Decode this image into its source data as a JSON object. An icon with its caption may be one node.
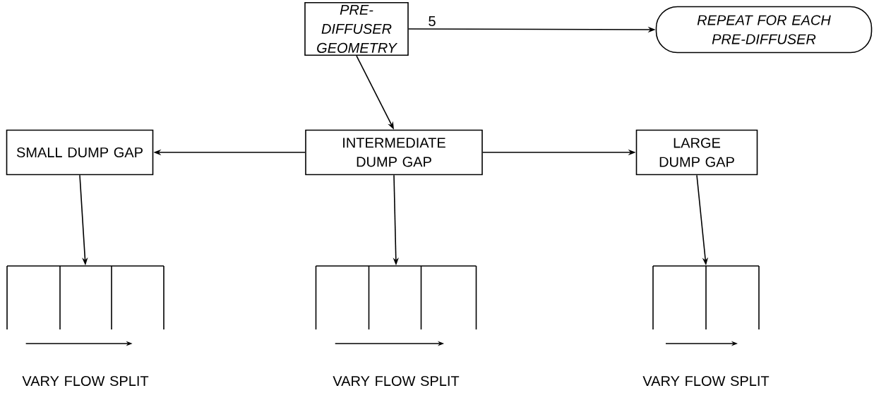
{
  "diagram": {
    "nodes": [
      {
        "text": [
          "PRE-DIFFUSER GEOMETRY"
        ]
      },
      {
        "text": [
          "REPEAT FOR EACH PRE-DIFFUSER"
        ]
      },
      {
        "text": [
          "SMALL DUMP GAP"
        ]
      },
      {
        "text": [
          "INTERMEDIATE DUMP GAP"
        ]
      },
      {
        "text": [
          "LARGE DUMP GAP"
        ]
      },
      {
        "text": [],
        "shape": "comb",
        "beside": [
          "VARY FLOW SPLIT"
        ]
      },
      {
        "text": [],
        "shape": "comb",
        "beside": [
          "VARY FLOW SPLIT"
        ]
      },
      {
        "text": [],
        "shape": "comb",
        "beside": [
          "VARY FLOW SPLIT"
        ]
      }
    ],
    "edges": [
      {
        "from": 0,
        "to": 1,
        "arrow": "to"
      },
      {
        "from": 0,
        "to": 3,
        "arrow": "to"
      },
      {
        "from": 3,
        "to": 2,
        "arrow": "to"
      },
      {
        "from": 3,
        "to": 4,
        "arrow": "to"
      },
      {
        "from": 2,
        "to": 5,
        "arrow": "to"
      },
      {
        "from": 3,
        "to": 6,
        "arrow": "to"
      },
      {
        "from": 4,
        "to": 7,
        "arrow": "to"
      }
    ],
    "labels": [
      "5"
    ]
  }
}
